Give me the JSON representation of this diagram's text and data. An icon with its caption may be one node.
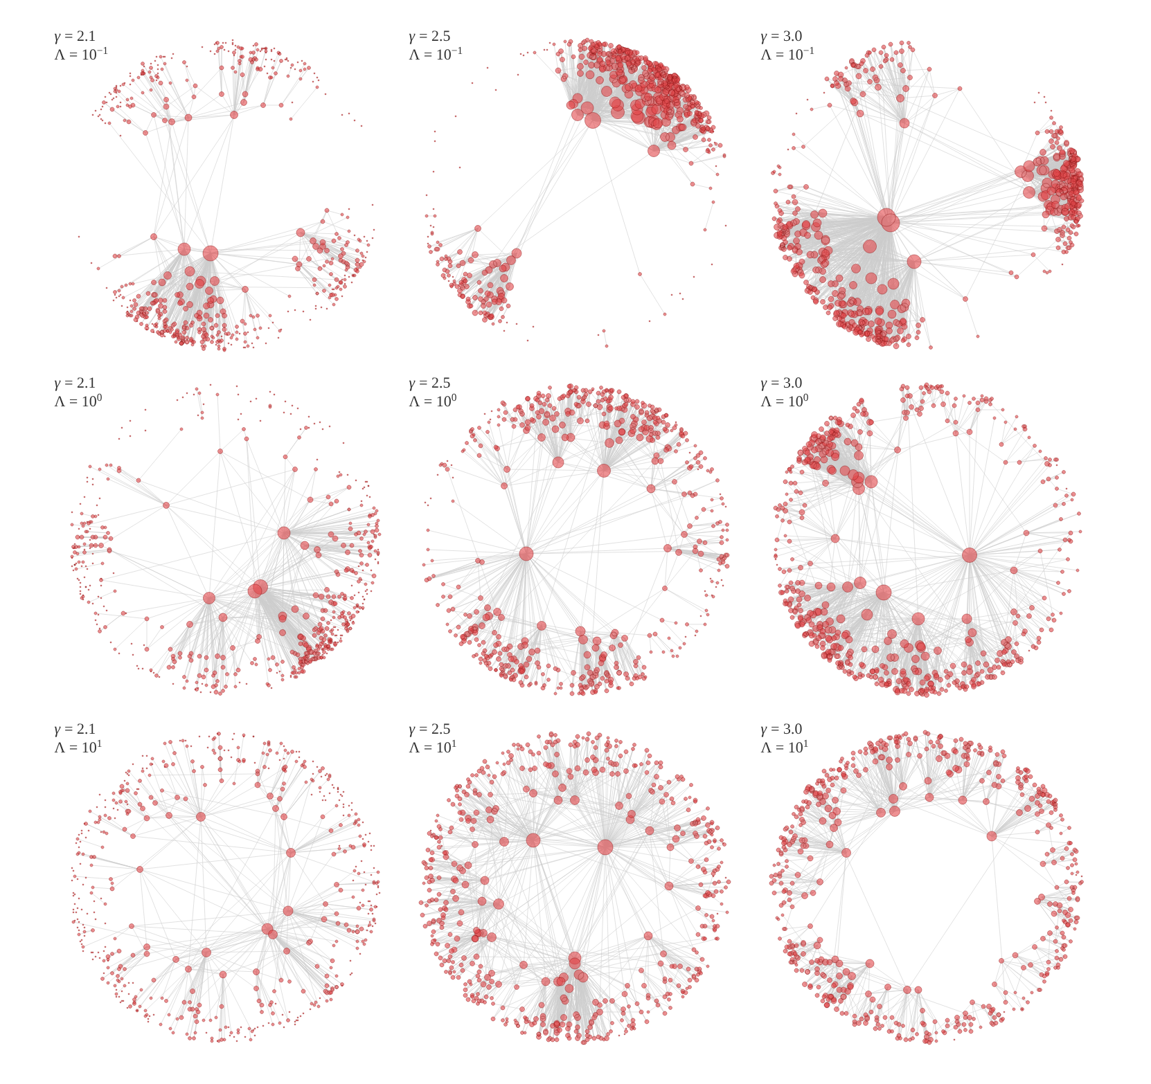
{
  "diagram": {
    "labels": [
      "*γ* = 2.1",
      "Λ = 10$^{−1}$",
      "*γ* = 2.5",
      "Λ = 10$^{−1}$",
      "*γ* = 3.0",
      "Λ = 10$^{−1}$",
      "*γ* = 2.1",
      "Λ = 10$^{0}$",
      "*γ* = 2.5",
      "Λ = 10$^{0}$",
      "*γ* = 3.0",
      "Λ = 10$^{0}$",
      "*γ* = 2.1",
      "Λ = 10$^{1}$",
      "*γ* = 2.5",
      "Λ = 10$^{1}$",
      "*γ* = 3.0",
      "Λ = 10$^{1}$"
    ]
  }
}
